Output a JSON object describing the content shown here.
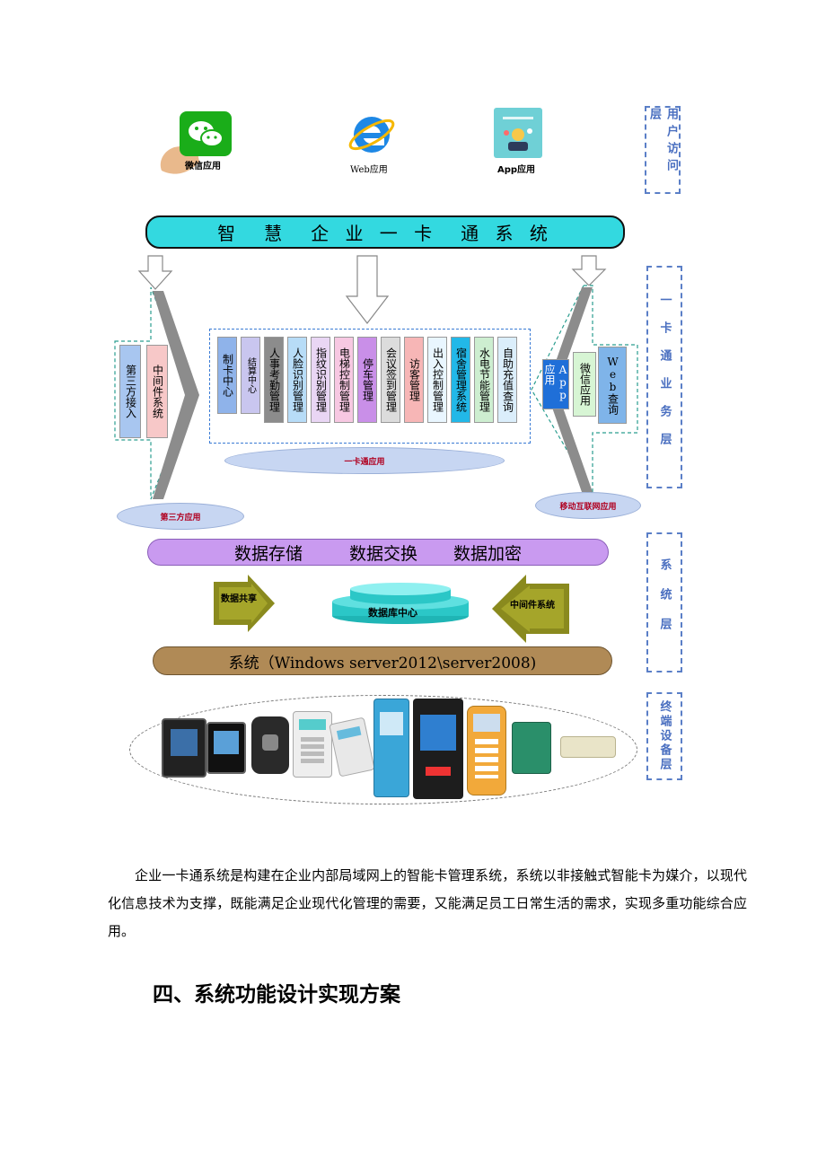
{
  "user_layer": {
    "wechat_label": "微信应用",
    "web_label": "Web应用",
    "app_label": "App应用"
  },
  "layers": {
    "user": "用户访问层",
    "business": "一卡通业务层",
    "system": "系统层",
    "terminal": "终端设备层"
  },
  "banner_title": "智　慧　企 业 一 卡　通 系 统",
  "third_party": {
    "access": "第三方接入",
    "middleware": "中间件系统",
    "ellipse": "第三方应用"
  },
  "modules": [
    {
      "label": "制卡中心",
      "color": "#8fb3ea"
    },
    {
      "label": "结算中心",
      "color": "#c9c6ef"
    },
    {
      "label": "人事考勤管理",
      "color": "#8c8c8c"
    },
    {
      "label": "人脸识别管理",
      "color": "#b7dcf7"
    },
    {
      "label": "指纹识别管理",
      "color": "#e9d6f4"
    },
    {
      "label": "电梯控制管理",
      "color": "#f7c8e2"
    },
    {
      "label": "停车管理",
      "color": "#c98fe8"
    },
    {
      "label": "会议签到管理",
      "color": "#dcdcdc"
    },
    {
      "label": "访客管理",
      "color": "#f7b6b6"
    },
    {
      "label": "出入控制管理",
      "color": "#e9f6ff"
    },
    {
      "label": "宿舍管理系统",
      "color": "#22b8e8"
    },
    {
      "label": "水电节能管理",
      "color": "#cdeed0"
    },
    {
      "label": "自助充值查询",
      "color": "#dbeefb"
    }
  ],
  "modules_ellipse": "一卡通应用",
  "mobile": {
    "app": "App应用",
    "wechat": "微信应用",
    "web": "Web查询",
    "ellipse": "移动互联网应用"
  },
  "data_bar": {
    "storage": "数据存储",
    "exchange": "数据交换",
    "encrypt": "数据加密"
  },
  "data_share": "数据共享",
  "db_center": "数据库中心",
  "middleware_sys": "中间件系统",
  "system_bar": "系统（Windows server2012\\server2008)",
  "paragraph": "企业一卡通系统是构建在企业内部局域网上的智能卡管理系统，系统以非接触式智能卡为媒介，以现代化信息技术为支撑，既能满足企业现代化管理的需要，又能满足员工日常生活的需求，实现多重功能综合应用。",
  "section_heading": "四、系统功能设计实现方案",
  "colors": {
    "banner": "#33d9e0",
    "data_bar": "#c99af0",
    "system_bar": "#b08a56",
    "olive_arrow": "#8a8a1e",
    "layer_border": "#5b7fc7"
  }
}
